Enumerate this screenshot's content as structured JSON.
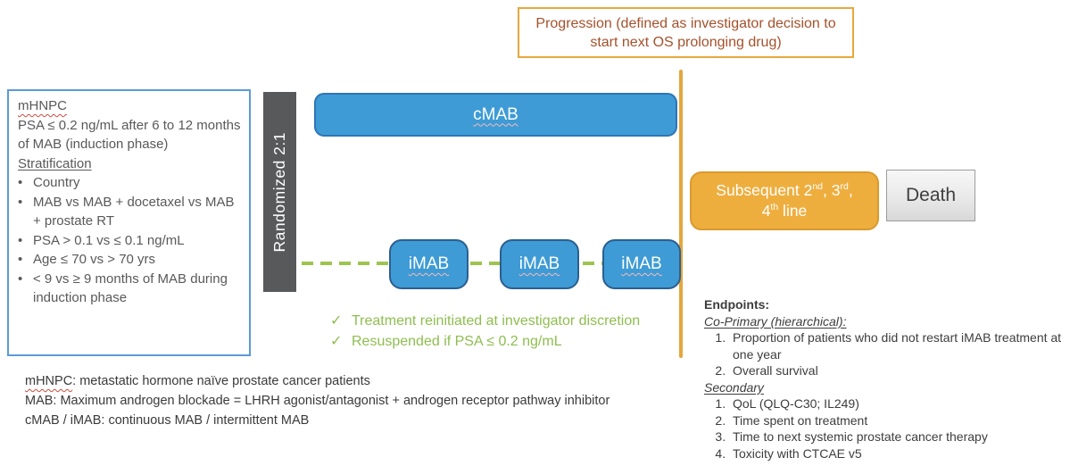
{
  "progression_box": {
    "text": "Progression (defined as investigator decision to start next OS prolonging drug)"
  },
  "left_box": {
    "title": "mHNPC",
    "criteria": "PSA ≤ 0.2 ng/mL after 6 to 12 months of MAB (induction phase)",
    "stratification_label": "Stratification",
    "bullet_glyph": "•",
    "bullets": [
      "Country",
      "MAB vs MAB + docetaxel vs MAB + prostate RT",
      "PSA > 0.1 vs ≤ 0.1 ng/mL",
      "Age ≤ 70 vs > 70 yrs",
      "< 9 vs ≥ 9 months of MAB during induction phase"
    ]
  },
  "randomized_box": {
    "label": "Randomized 2:1"
  },
  "arms": {
    "continuous_label": "cMAB",
    "intermittent_labels": [
      "iMAB",
      "iMAB",
      "iMAB"
    ]
  },
  "reinit_notes": {
    "check_glyph": "✓",
    "items": [
      "Treatment reinitiated at investigator discretion",
      "Resuspended if PSA ≤ 0.2 ng/mL"
    ]
  },
  "subsequent_box": {
    "part1": "Subsequent 2",
    "sup1": "nd",
    "part2": ", 3",
    "sup2": "rd",
    "part3": ",",
    "part4": "4",
    "sup3": "th",
    "part5": " line"
  },
  "death_box": {
    "label": "Death"
  },
  "endpoints": {
    "heading": "Endpoints:",
    "co_primary_label": "Co-Primary (hierarchical):",
    "co_primary_items": [
      "Proportion of patients who did not restart iMAB treatment at one year",
      "Overall survival"
    ],
    "secondary_label": "Secondary",
    "secondary_items": [
      "QoL (QLQ-C30; IL249)",
      "Time spent on treatment",
      "Time to next systemic prostate cancer therapy",
      "Toxicity with CTCAE v5"
    ]
  },
  "footnotes": [
    {
      "term": "mHNPC",
      "rest": ": metastatic hormone naïve prostate cancer patients"
    },
    {
      "term": "MAB",
      "rest": ": Maximum androgen blockade = LHRH agonist/antagonist + androgen receptor pathway inhibitor"
    },
    {
      "term": "cMAB / iMAB",
      "rest": ": continuous MAB / intermittent MAB"
    }
  ],
  "colors": {
    "blue_fill": "#3e9bd5",
    "blue_border": "#2e75b6",
    "left_box_border": "#5b9bd5",
    "dark_gray": "#58595b",
    "green": "#8ebe4f",
    "orange_line": "#e4a63c",
    "orange_fill": "#eeae3e",
    "progression_text": "#a5512b",
    "body_text": "#595959"
  }
}
